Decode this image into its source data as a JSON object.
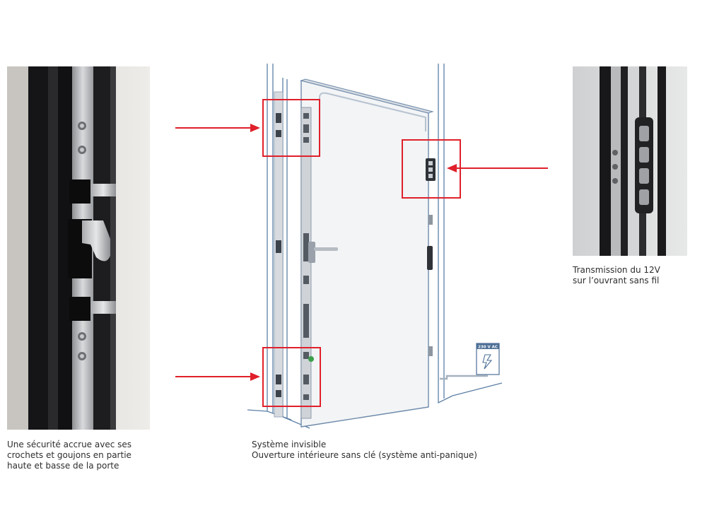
{
  "colors": {
    "accent": "#e0202a",
    "frame_blue": "#5b7fa6",
    "metal": "#b9bcc0",
    "dark_frame": "#1c1c1e"
  },
  "captions": {
    "left": {
      "line1": "Une sécurité accrue avec ses",
      "line2": "crochets et goujons en partie",
      "line3": "haute et basse de la porte"
    },
    "center": {
      "line1": "Système invisible",
      "line2": "Ouverture intérieure sans clé (système anti-panique)"
    },
    "right": {
      "line1": "Transmission du 12V",
      "line2": "sur l’ouvrant sans fil"
    }
  },
  "power_box": {
    "label": "230 V AC"
  }
}
